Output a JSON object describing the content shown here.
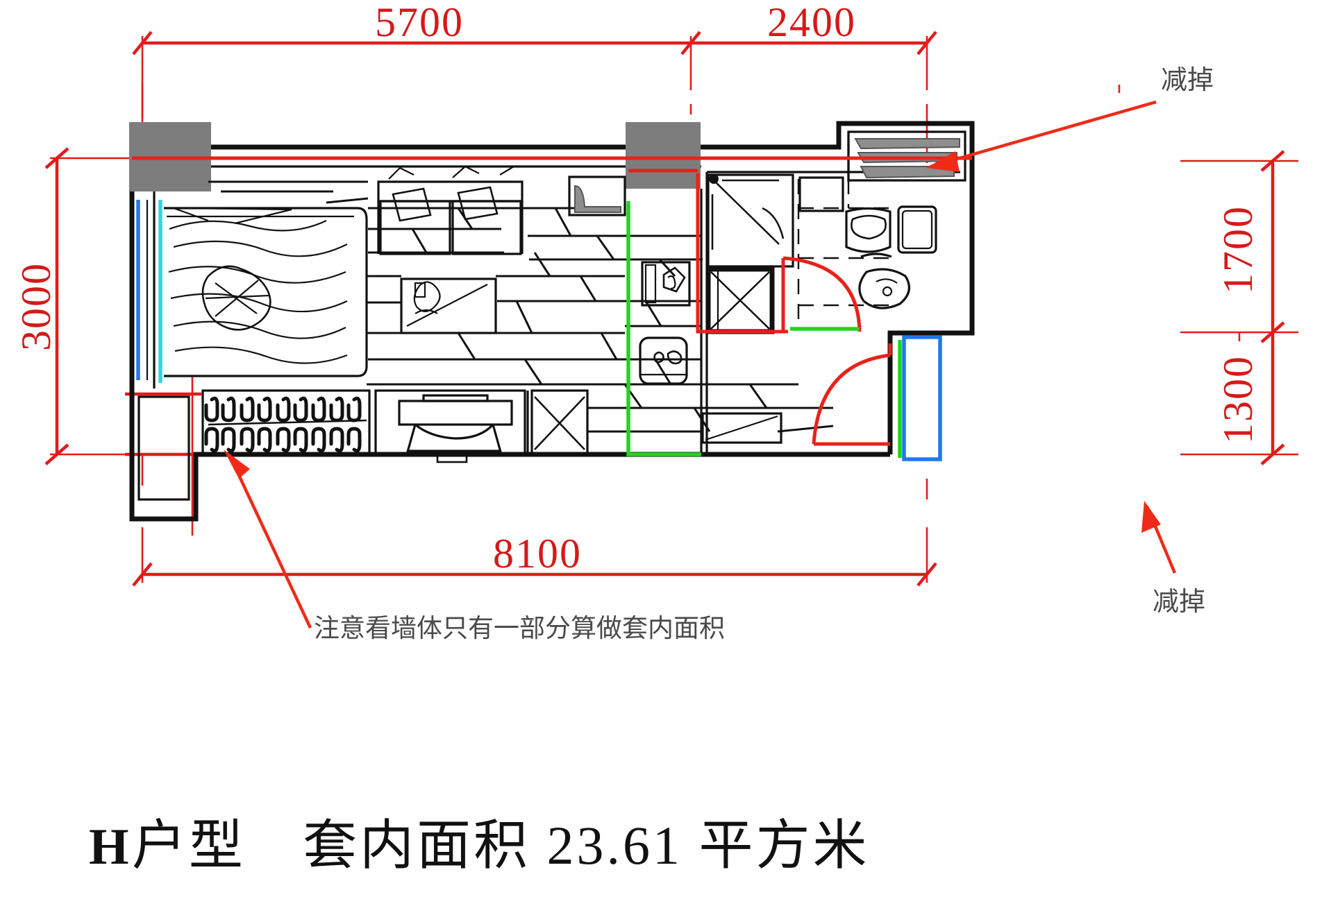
{
  "document": {
    "type": "architectural-floor-plan",
    "title_prefix": "H",
    "title_text": "户型　套内面积 23.61 平方米",
    "unit_label": "H 户型",
    "area_label": "套内面积",
    "area_value": "23.61",
    "area_unit": "平方米"
  },
  "dimensions": {
    "top_left": "5700",
    "top_right": "2400",
    "left_vertical": "3000",
    "right_upper": "1700",
    "right_lower": "1300",
    "bottom_total": "8100"
  },
  "annotations": {
    "deduct_top": "减掉",
    "deduct_bottom": "减掉",
    "wall_note": "注意看墙体只有一部分算做套内面积"
  },
  "colors": {
    "dimension_red": "#e31b1b",
    "annotation_red": "#ef2b18",
    "mark_red": "#e8221c",
    "mark_green": "#23d321",
    "mark_blue": "#1e7ae8",
    "mark_cyan": "#2ed7e0",
    "wall_black": "#111111",
    "column_grey": "#7d7d7d",
    "note_grey": "#4a4a4a"
  },
  "rooms": [
    {
      "name": "bedroom-area",
      "icon": "bed-icon"
    },
    {
      "name": "living-area",
      "icon": "sofa-icon"
    },
    {
      "name": "kitchen-area",
      "icon": "stove-icon"
    },
    {
      "name": "bathroom-area",
      "icon": "toilet-icon"
    },
    {
      "name": "wardrobe-area",
      "icon": "hanger-icon"
    },
    {
      "name": "desk-area",
      "icon": "desk-chair-icon"
    },
    {
      "name": "balcony-area",
      "icon": "balcony-icon"
    }
  ]
}
